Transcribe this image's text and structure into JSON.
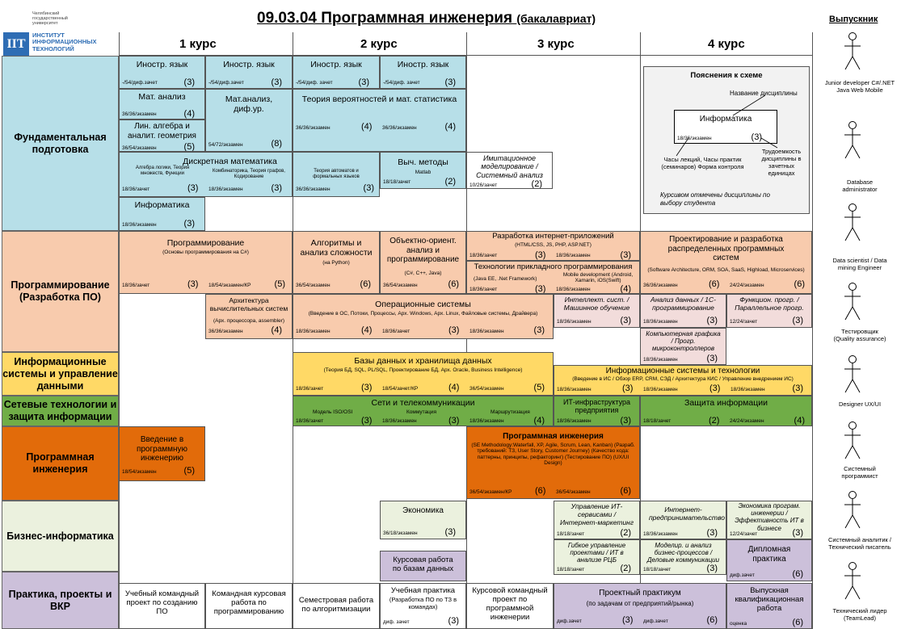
{
  "logo": {
    "univ": "Челябинский государственный университет",
    "mark": "ІІТ",
    "inst": "ИНСТИТУТ ИНФОРМАЦИОННЫХ ТЕХНОЛОГИЙ"
  },
  "title": {
    "main": "09.03.04 Программная инженерия",
    "sub": "(бакалавриат)"
  },
  "courses": [
    "1 курс",
    "2 курс",
    "3 курс",
    "4 курс"
  ],
  "graduate_header": "Выпускник",
  "categories": {
    "fund": "Фундаментальная подготовка",
    "prog": "Программирование (Разработка ПО)",
    "is": "Информационные системы и управление данными",
    "net": "Сетевые технологии и защита информации",
    "se": "Программная инженерия",
    "biz": "Бизнес-информатика",
    "prac": "Практика, проекты и ВКР"
  },
  "legend": {
    "title": "Пояснения к схеме",
    "name_label": "Название дисциплины",
    "disc": "Информатика",
    "hours": "18/36/экзамен",
    "credits": "(3)",
    "hours_label": "Часы лекций, Часы практик (семинаров) Форма контроля",
    "credits_label": "Трудоемкость дисциплины в зачетных единицах",
    "note": "Курсивом отмечены дисциплины по выбору студента"
  },
  "cells": {
    "c1": {
      "t": "Иностр. язык",
      "h": "-/54/диф.зачет",
      "c": "(3)"
    },
    "c2": {
      "t": "Иностр. язык",
      "h": "-/54/диф.зачет",
      "c": "(3)"
    },
    "c3": {
      "t": "Иностр. язык",
      "h": "-/54/диф. зачет",
      "c": "(3)"
    },
    "c4": {
      "t": "Иностр. язык",
      "h": "-/54/диф. зачет",
      "c": "(3)"
    },
    "c5": {
      "t": "Мат. анализ",
      "h": "36/36/экзамен",
      "c": "(4)"
    },
    "c6": {
      "t": "Лин. алгебра и аналит. геометрия",
      "h": "36/54/экзамен",
      "c": "(5)"
    },
    "c7": {
      "t": "Мат.анализ, диф.ур.",
      "h": "54/72/экзамен",
      "c": "(8)"
    },
    "c8": {
      "t": "Теория вероятностей и мат. статистика",
      "h": "36/36/экзамен",
      "h2": "36/36/экзамен",
      "c": "(4)",
      "c2": "(4)"
    },
    "c9": {
      "t": "Дискретная математика",
      "s1": "Алгебра логики, Теория множеств, Функции",
      "s2": "Комбинаторика, Теория графов, Кодирование",
      "h": "18/36/зачет",
      "h2": "18/36/экзамен",
      "c": "(3)",
      "c2": "(3)"
    },
    "c10": {
      "s": "Теория автоматов и формальных языков",
      "h": "36/36/экзамен",
      "c": "(3)"
    },
    "c11": {
      "t": "Выч. методы",
      "s": "Matlab",
      "h": "18/18/зачет",
      "c": "(2)"
    },
    "c12": {
      "t": "Имитационное моделирование / Системный анализ",
      "h": "10/26/зачет",
      "c": "(2)"
    },
    "c13": {
      "t": "Информатика",
      "h": "18/36/экзамен",
      "c": "(3)"
    },
    "c14": {
      "t": "Программирование",
      "s": "(Основы программирования на С#)",
      "h": "18/36/зачет",
      "h2": "18/54/экзамен/КР",
      "c": "(3)",
      "c2": "(5)"
    },
    "c15": {
      "t": "Алгоритмы и анализ сложности",
      "s": "(на Python)",
      "h": "36/54/экзамен",
      "c": "(6)"
    },
    "c16": {
      "t": "Объектно-ориент. анализ и программирование",
      "s": "(С#, С++, Java)",
      "h": "36/54/экзамен",
      "c": "(6)"
    },
    "c17": {
      "t": "Разработка интернет-приложений",
      "s": "(HTML/CSS, JS, PHP, ASP.NET)",
      "h": "18/36/зачет",
      "h2": "18/36/экзамен",
      "c": "(3)",
      "c2": "(3)"
    },
    "c18": {
      "t": "Технологии прикладного программирования",
      "s": "(Java EE, .Net Framework)",
      "s2": "Mobile development (Android, Xamarin, iOS(Swift)",
      "h": "18/36/зачет",
      "h2": "18/36/экзамен",
      "c": "(3)",
      "c2": "(4)"
    },
    "c19": {
      "t": "Проектирование и разработка распределенных программных систем",
      "s": "(Software Architecture, ORM, SOA, SaaS, Highload, Microservices)",
      "h": "36/36/экзамен",
      "h2": "24/24/экзамен",
      "c": "(6)",
      "c2": "(6)"
    },
    "c20": {
      "t": "Архитектура вычислительных систем",
      "s": "(Арх. процессора, assembler)",
      "h": "36/36/экзамен",
      "c": "(4)"
    },
    "c21": {
      "t": "Операционные системы",
      "s": "(Введение в ОС, Потоки, Процессы, Арх. Windows, Арх. Linux, Файловые системы, Драйвера)",
      "h": "18/36/экзамен",
      "h2": "18/36/зачет",
      "h3": "18/36/экзамен",
      "c": "(4)",
      "c2": "(3)",
      "c3": "(3)"
    },
    "c22": {
      "t": "Интеллект. сист. / Машинное обучение",
      "h": "18/36/экзамен",
      "c": "(3)"
    },
    "c23": {
      "t": "Анализ данных / 1С-программирование",
      "h": "18/36/экзамен",
      "c": "(3)"
    },
    "c24": {
      "t": "Функцион. прогр. / Параллельное прогр.",
      "h": "12/24/зачет",
      "c": "(3)"
    },
    "c25": {
      "t": "Компьютерная графика / Прогр. микроконтроллеров",
      "h": "18/36/экзамен",
      "c": "(3)"
    },
    "c26": {
      "t": "Базы данных и хранилища данных",
      "s": "(Теория БД, SQL, PL/SQL, Проектирование БД, Арх. Oracle, Business Intelligence)",
      "h": "18/36/зачет",
      "h2": "18/54/зачет/КР",
      "h3": "36/54/экзамен",
      "c": "(3)",
      "c2": "(4)",
      "c3": "(5)"
    },
    "c27": {
      "t": "Информационные системы и технологии",
      "s": "(Введение в ИС / Обзор ERP, CRM, СЭД / Архитектура КИС / Управление внедрением ИС)",
      "h": "18/36/экзамен",
      "h2": "18/36/экзамен",
      "h3": "18/36/экзамен",
      "c": "(3)",
      "c2": "(3)",
      "c3": "(3)"
    },
    "c28": {
      "t": "Сети и телекоммуникации",
      "s1": "Модель ISO/OSI",
      "s2": "Коммутация",
      "s3": "Маршрутизация",
      "h": "18/36/зачет",
      "h2": "18/36/экзамен",
      "h3": "18/36/экзамен",
      "c": "(3)",
      "c2": "(3)",
      "c3": "(4)"
    },
    "c29": {
      "t": "ИТ-инфраструктура предприятия",
      "h": "18/36/экзамен",
      "c": "(3)"
    },
    "c30": {
      "t": "Защита информации",
      "h": "18/18/зачет",
      "h2": "24/24/экзамен",
      "c": "(2)",
      "c2": "(4)"
    },
    "c31": {
      "t": "Введение в программную инженерию",
      "h": "18/54/экзамен",
      "c": "(5)"
    },
    "c32": {
      "t": "Программная инженерия",
      "s": "(SE Methodology:Waterfall, XP, Agile, Scrum, Lean, Kanban) (Разраб. требований: ТЗ, User Story, Customer Journey) (Качество кода: паттерны, принципы, рефакторинг) (Тестирование ПО) (UX/UI Design)",
      "h": "36/54/экзамен/КР",
      "h2": "36/54/экзамен",
      "c": "(6)",
      "c2": "(6)"
    },
    "c33": {
      "t": "Экономика",
      "h": "36/18/экзамен",
      "c": "(3)"
    },
    "c34": {
      "t": "Управление ИТ-сервисами / Интернет-маркетинг",
      "h": "18/18/зачет",
      "c": "(2)"
    },
    "c35": {
      "t": "Интернет-предпринимательство",
      "h": "18/36/экзамен",
      "c": "(3)"
    },
    "c36": {
      "t": "Экономика програм. инженерии / Эффективность ИТ в бизнесе",
      "h": "12/24/зачет",
      "c": "(3)"
    },
    "c37": {
      "t": "Гибкое управление проектами / ИТ в анализе РЦБ",
      "h": "18/18/зачет",
      "c": "(2)"
    },
    "c38": {
      "t": "Моделир. и анализ бизнес-процессов / Деловые коммуникации",
      "h": "18/18/зачет",
      "c": "(3)"
    },
    "c39": {
      "t": "Курсовая работа по базам данных"
    },
    "c40": {
      "t": "Дипломная практика",
      "h": "диф.зачет",
      "c": "(6)"
    },
    "c41": {
      "t": "Учебный командный проект по созданию ПО"
    },
    "c42": {
      "t": "Командная курсовая работа по программированию"
    },
    "c43": {
      "t": "Семестровая работа по алгоритмизации"
    },
    "c44": {
      "t": "Учебная практика",
      "s": "(Разработка ПО по ТЗ в командах)",
      "h": "диф. зачет",
      "c": "(3)"
    },
    "c45": {
      "t": "Курсовой командный проект по программной инженерии"
    },
    "c46": {
      "t": "Проектный практикум",
      "s": "(по задачам от предприятий/рынка)",
      "h": "диф.зачет",
      "h2": "диф.зачет",
      "c": "(3)",
      "c2": "(6)"
    },
    "c47": {
      "t": "Выпускная квалификационная работа",
      "h": "оценка",
      "c": "(6)"
    }
  },
  "graduates": [
    "Junior developer C#/.NET Java Web Mobile",
    "Database administrator",
    "Data scientist / Data mining Engineer",
    "Тестировщик (Quality assurance)",
    "Designer UX/UI",
    "Системный программист",
    "Системный аналитик / Технический писатель",
    "Технический лидер (TeamLead)"
  ]
}
